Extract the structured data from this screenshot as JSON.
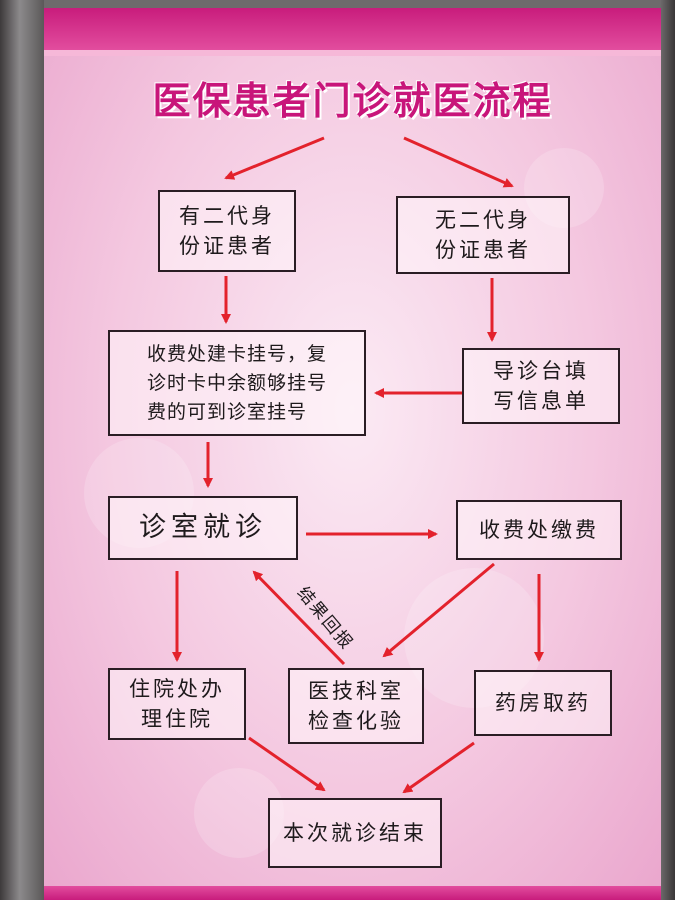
{
  "title": "医保患者门诊就医流程",
  "nodes": {
    "with_id": "有二代身\n份证患者",
    "without_id": "无二代身\n份证患者",
    "register": "收费处建卡挂号，复\n诊时卡中余额够挂号\n费的可到诊室挂号",
    "guide_desk": "导诊台填\n写信息单",
    "consult": "诊室就诊",
    "pay": "收费处缴费",
    "inpatient": "住院处办\n理住院",
    "lab": "医技科室\n检查化验",
    "pharmacy": "药房取药",
    "end": "本次就诊结束"
  },
  "feedback_label": "结果回报",
  "colors": {
    "title": "#c8157a",
    "arrow": "#e3222c",
    "band": "#c81c7c"
  }
}
